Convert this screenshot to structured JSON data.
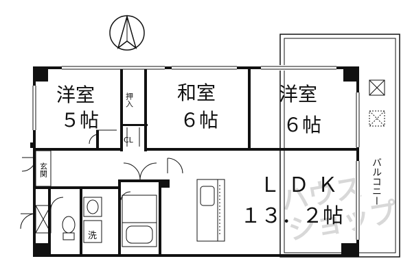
{
  "rooms": {
    "western1": {
      "label": "洋室",
      "size": "５帖"
    },
    "japanese": {
      "label": "和室",
      "size": "６帖"
    },
    "western2": {
      "label": "洋室",
      "size": "６帖"
    },
    "ldk": {
      "label": "ＬＤＫ",
      "size": "１３．２帖"
    }
  },
  "closet": {
    "oshiire": "押入",
    "cl": "CL"
  },
  "entrance": "玄関",
  "washroom": "洗",
  "balcony": "バルコニー",
  "watermark": {
    "line1": "ハウス",
    "line2": "ショップ"
  },
  "compass": {
    "direction": "north",
    "icon": "north-arrow-icon"
  }
}
